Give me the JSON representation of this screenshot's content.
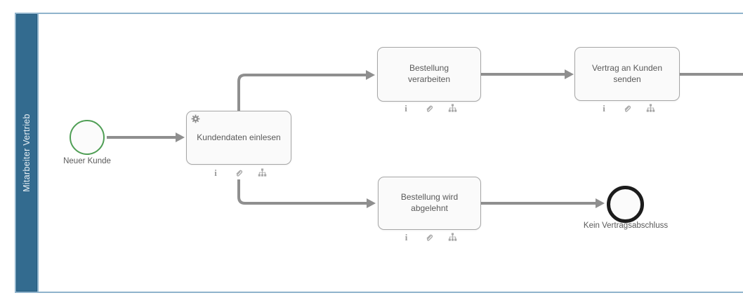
{
  "diagram": {
    "type": "bpmn-process",
    "lane": {
      "label": "Mitarbeiter Vertrieb"
    },
    "nodes": [
      {
        "id": "start",
        "type": "start-event",
        "label": "Neuer Kunde"
      },
      {
        "id": "kundendaten-einlesen",
        "type": "service-task",
        "label": "Kundendaten einlesen",
        "marker": "gear-icon"
      },
      {
        "id": "bestellung-verarbeiten",
        "type": "task",
        "label": "Bestellung verarbeiten"
      },
      {
        "id": "vertrag-senden",
        "type": "task",
        "label": "Vertrag an Kunden senden"
      },
      {
        "id": "bestellung-abgelehnt",
        "type": "task",
        "label": "Bestellung wird abgelehnt"
      },
      {
        "id": "end",
        "type": "end-event",
        "label": "Kein Vertragsabschluss"
      }
    ],
    "edges": [
      {
        "from": "start",
        "to": "kundendaten-einlesen"
      },
      {
        "from": "kundendaten-einlesen",
        "to": "bestellung-verarbeiten"
      },
      {
        "from": "kundendaten-einlesen",
        "to": "bestellung-abgelehnt"
      },
      {
        "from": "bestellung-verarbeiten",
        "to": "vertrag-senden"
      },
      {
        "from": "vertrag-senden",
        "to": "offscreen-right"
      },
      {
        "from": "bestellung-abgelehnt",
        "to": "end"
      }
    ],
    "task_footer_icons": [
      "info-icon",
      "attachment-icon",
      "sitemap-icon"
    ]
  },
  "colors": {
    "lane_fill": "#336b8f",
    "pool_border": "#8fb3cc",
    "lane_text": "#e9f0f5",
    "start_event_stroke": "#4f9e55",
    "end_event_stroke": "#1c1c1c",
    "connector": "#8f8f8f",
    "task_fill": "#fafafa",
    "task_border": "#a6a6a6",
    "task_text": "#5a5a5a",
    "icon_gray": "#a8a8a8"
  }
}
